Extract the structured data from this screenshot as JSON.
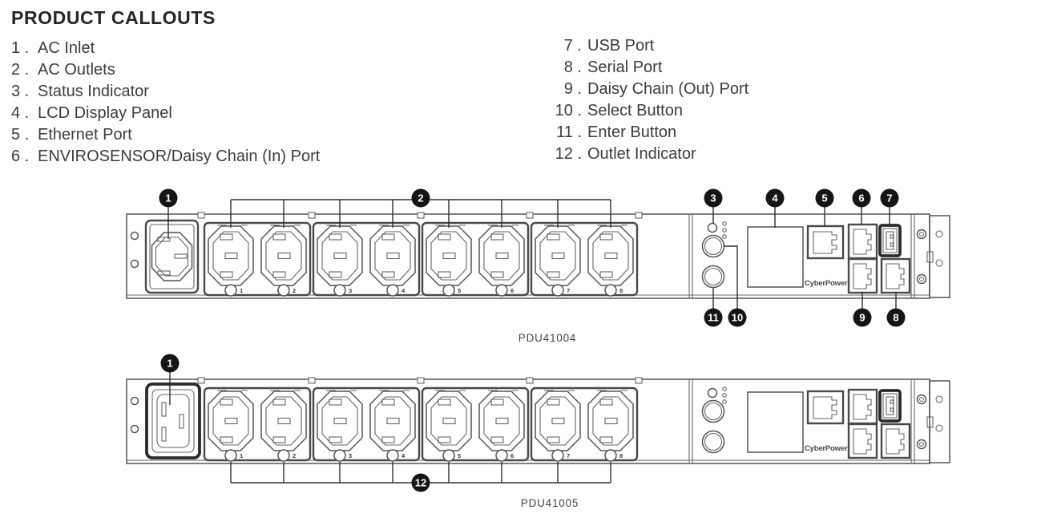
{
  "title": "PRODUCT CALLOUTS",
  "callouts": {
    "left": [
      {
        "num": "1 .",
        "label": "AC Inlet"
      },
      {
        "num": "2 .",
        "label": "AC Outlets"
      },
      {
        "num": "3 .",
        "label": "Status Indicator"
      },
      {
        "num": "4 .",
        "label": "LCD Display Panel"
      },
      {
        "num": "5 .",
        "label": "Ethernet Port"
      },
      {
        "num": "6 .",
        "label": "ENVIROSENSOR/Daisy Chain (In) Port"
      }
    ],
    "right": [
      {
        "num": "7 .",
        "label": "USB Port"
      },
      {
        "num": "8 .",
        "label": "Serial Port"
      },
      {
        "num": "9 .",
        "label": "Daisy Chain (Out) Port"
      },
      {
        "num": "10 .",
        "label": "Select Button"
      },
      {
        "num": "11 .",
        "label": "Enter Button"
      },
      {
        "num": "12 .",
        "label": "Outlet Indicator"
      }
    ]
  },
  "devices": [
    {
      "model": "PDU41004",
      "brand": "CyberPower",
      "badges": {
        "inlet": "1",
        "outlets": "2",
        "status": "3",
        "lcd": "4",
        "ethernet": "5",
        "daisy_in": "6",
        "usb": "7",
        "serial": "8",
        "daisy_out": "9",
        "select": "10",
        "enter": "11"
      },
      "outlet_numbers": [
        "1",
        "2",
        "3",
        "4",
        "5",
        "6",
        "7",
        "8"
      ]
    },
    {
      "model": "PDU41005",
      "brand": "CyberPower",
      "badges": {
        "inlet": "1",
        "outlet_indicator": "12"
      },
      "outlet_numbers": [
        "1",
        "2",
        "3",
        "4",
        "5",
        "6",
        "7",
        "8"
      ]
    }
  ],
  "colors": {
    "badge": "#151515",
    "line": "#555555",
    "text": "#3c3c3c",
    "title": "#262626"
  }
}
